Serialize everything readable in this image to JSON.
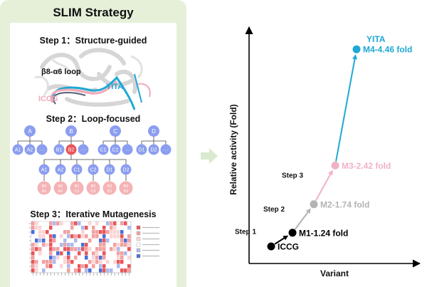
{
  "panel": {
    "title": "SLIM Strategy",
    "step1": {
      "heading": "Step 1：Structure-guided",
      "loop_label": "β8-α6 loop",
      "label_yita": "YITA",
      "label_iccg": "ICCG"
    },
    "step2": {
      "heading": "Step 2：Loop-focused",
      "top_nodes": [
        "A",
        "B",
        "C",
        "D"
      ],
      "children": [
        [
          "A1",
          "A2",
          "····"
        ],
        [
          "B1",
          "B2",
          "····"
        ],
        [
          "C1",
          "C2",
          "····"
        ],
        [
          "D1",
          "D2",
          "····"
        ]
      ],
      "third_row": [
        "A1",
        "A2",
        "C1",
        "C2",
        "D1",
        "D2"
      ],
      "bottom_row": [
        [
          "B2",
          "A1"
        ],
        [
          "B2",
          "A2"
        ],
        [
          "B2",
          "C1"
        ],
        [
          "B2",
          "C2"
        ],
        [
          "B2",
          "D1"
        ],
        [
          "B2",
          "D2"
        ]
      ]
    },
    "step3": {
      "heading": "Step 3：Iterative Mutagenesis"
    }
  },
  "colors": {
    "panel_bg": "#e6f0d9",
    "node_blue": "#8b9ef0",
    "node_red": "#e8565a",
    "node_pink": "#f4b3b6",
    "arrow_green": "#d9ead0",
    "yita": "#1fa8d4",
    "m3": "#f0b1c6",
    "m2": "#b3b3b3",
    "black": "#000000"
  },
  "chart_data": {
    "type": "scatter",
    "xlabel": "Variant",
    "ylabel": "Relative activity (Fold)",
    "points": [
      {
        "x": 1,
        "y": 1.0,
        "label": "ICCG",
        "color": "#000000"
      },
      {
        "x": 2,
        "y": 1.24,
        "label": "M1-1.24 fold",
        "color": "#000000"
      },
      {
        "x": 3,
        "y": 1.74,
        "label": "M2-1.74 fold",
        "color": "#b3b3b3"
      },
      {
        "x": 4,
        "y": 2.42,
        "label": "M3-2.42 fold",
        "color": "#f0b1c6"
      },
      {
        "x": 5,
        "y": 4.46,
        "label": "M4-4.46 fold",
        "color": "#1fa8d4"
      }
    ],
    "top_label": "YITA",
    "step_labels": [
      "Step 1",
      "Step 2",
      "Step 3"
    ]
  }
}
